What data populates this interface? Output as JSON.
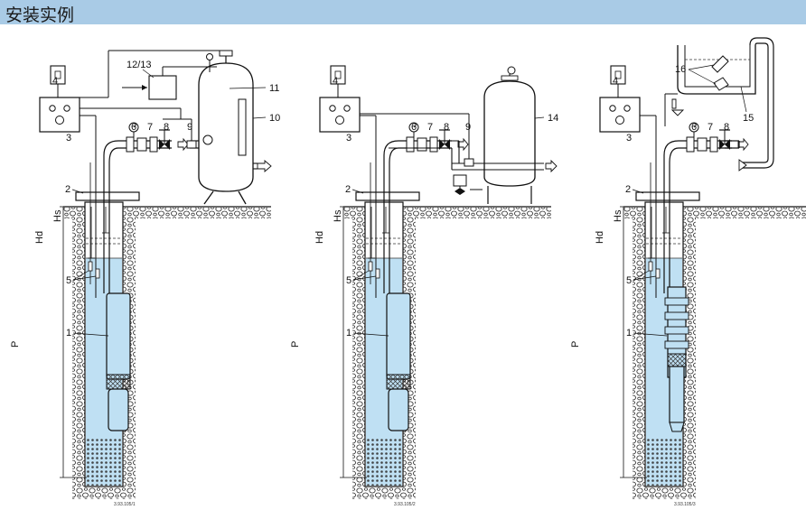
{
  "header": {
    "title": "安装实例"
  },
  "diagrams": [
    {
      "labels": {
        "n4": "4",
        "n1213": "12/13",
        "n11": "11",
        "n10": "10",
        "n6": "6",
        "n7": "7",
        "n8": "8",
        "n9": "9",
        "n3": "3",
        "n2": "2",
        "n5": "5",
        "n1": "1",
        "hd": "Hd",
        "hs": "Hs",
        "p": "P"
      },
      "code": "3.93.105/1"
    },
    {
      "labels": {
        "n4": "4",
        "n14": "14",
        "n6": "6",
        "n7": "7",
        "n8": "8",
        "n9": "9",
        "n3": "3",
        "n2": "2",
        "n5": "5",
        "n1": "1",
        "hd": "Hd",
        "hs": "Hs",
        "p": "P"
      },
      "code": "3.93.105/2"
    },
    {
      "labels": {
        "n4": "4",
        "n16": "16",
        "n15": "15",
        "n6": "6",
        "n7": "7",
        "n8": "8",
        "n3": "3",
        "n2": "2",
        "n5": "5",
        "n1": "1",
        "hd": "Hd",
        "hs": "Hs",
        "p": "P"
      },
      "code": "3.93.105/3"
    }
  ],
  "colors": {
    "water": "#bfe0f3",
    "header": "#a9cbe6",
    "line": "#111111",
    "accent": "#ffffff"
  }
}
